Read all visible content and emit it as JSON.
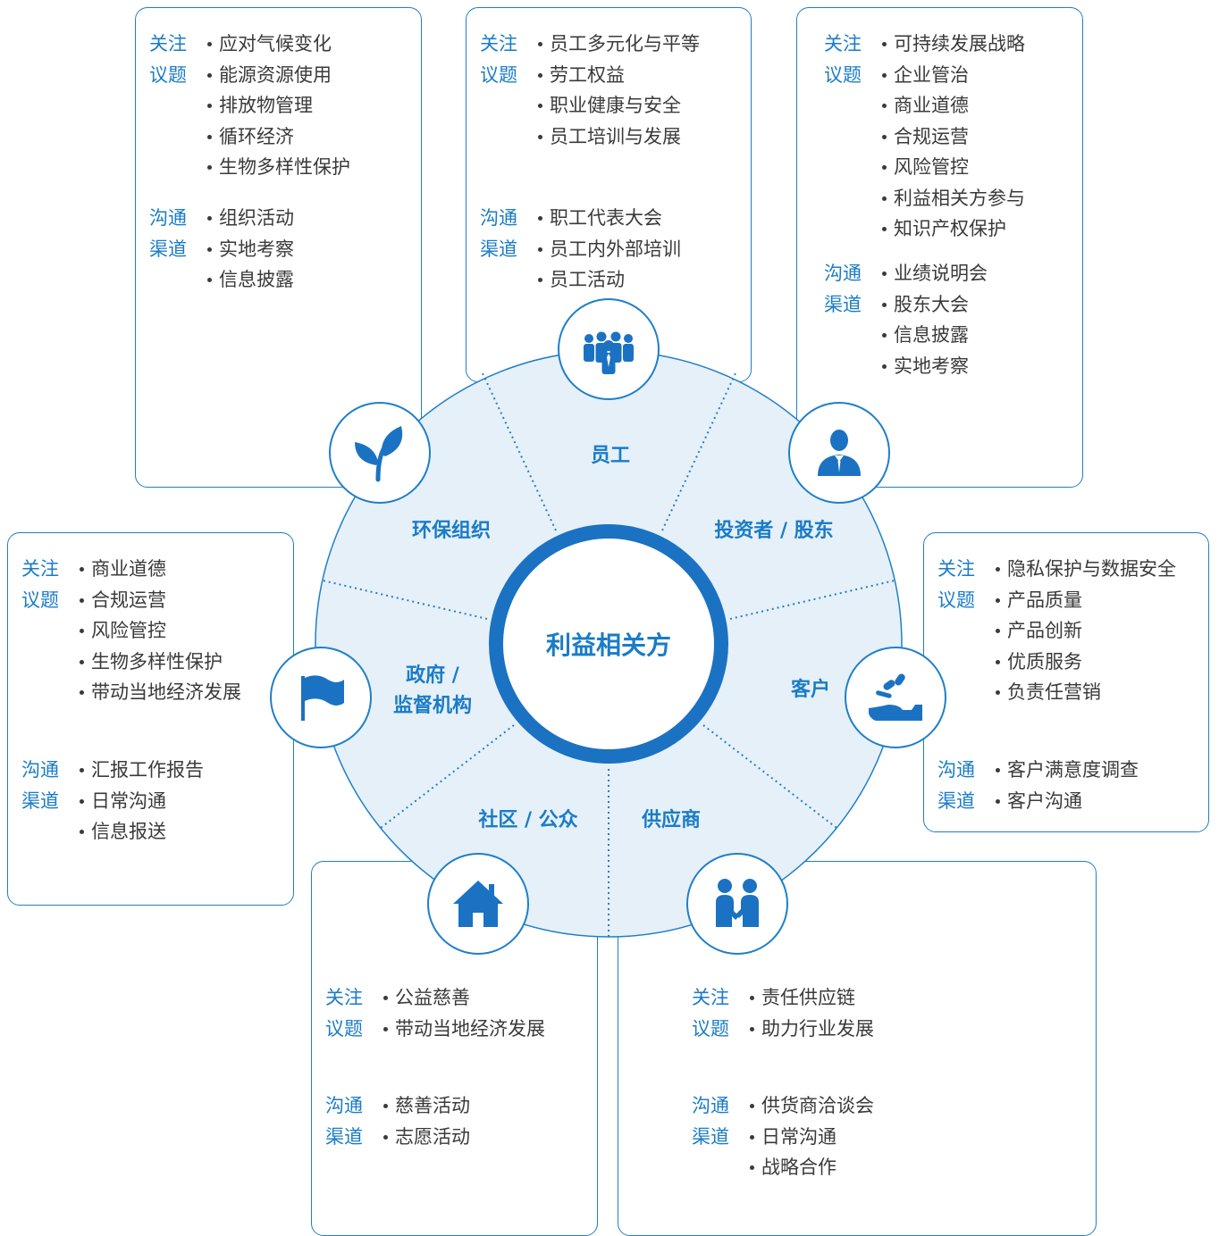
{
  "center": "利益相关方",
  "colors": {
    "accent": "#1a7cc7",
    "wheel_fill": "#e6f0f8",
    "ring": "#1b72c2"
  },
  "labels": {
    "focus": [
      "关注",
      "议题"
    ],
    "channel": [
      "沟通",
      "渠道"
    ]
  },
  "stakeholders": {
    "environment": {
      "name": "环保组织",
      "icon": "leaf-icon",
      "focus": [
        "应对气候变化",
        "能源资源使用",
        "排放物管理",
        "循环经济",
        "生物多样性保护"
      ],
      "channels": [
        "组织活动",
        "实地考察",
        "信息披露"
      ]
    },
    "employees": {
      "name": "员工",
      "icon": "employees-group-icon",
      "focus": [
        "员工多元化与平等",
        "劳工权益",
        "职业健康与安全",
        "员工培训与发展"
      ],
      "channels": [
        "职工代表大会",
        "员工内外部培训",
        "员工活动"
      ]
    },
    "investors": {
      "name": "投资者 / 股东",
      "icon": "businessman-icon",
      "focus": [
        "可持续发展战略",
        "企业管治",
        "商业道德",
        "合规运营",
        "风险管控",
        "利益相关方参与",
        "知识产权保护"
      ],
      "channels": [
        "业绩说明会",
        "股东大会",
        "信息披露",
        "实地考察"
      ]
    },
    "government": {
      "name_lines": [
        "政府 /",
        "监督机构"
      ],
      "icon": "flag-icon",
      "focus": [
        "商业道德",
        "合规运营",
        "风险管控",
        "生物多样性保护",
        "带动当地经济发展"
      ],
      "channels": [
        "汇报工作报告",
        "日常沟通",
        "信息报送"
      ]
    },
    "customers": {
      "name": "客户",
      "icon": "hand-giving-icon",
      "focus": [
        "隐私保护与数据安全",
        "产品质量",
        "产品创新",
        "优质服务",
        "负责任营销"
      ],
      "channels": [
        "客户满意度调查",
        "客户沟通"
      ]
    },
    "community": {
      "name": "社区 / 公众",
      "icon": "house-icon",
      "focus": [
        "公益慈善",
        "带动当地经济发展"
      ],
      "channels": [
        "慈善活动",
        "志愿活动"
      ]
    },
    "suppliers": {
      "name": "供应商",
      "icon": "handshake-icon",
      "focus": [
        "责任供应链",
        "助力行业发展"
      ],
      "channels": [
        "供货商洽谈会",
        "日常沟通",
        "战略合作"
      ]
    }
  }
}
